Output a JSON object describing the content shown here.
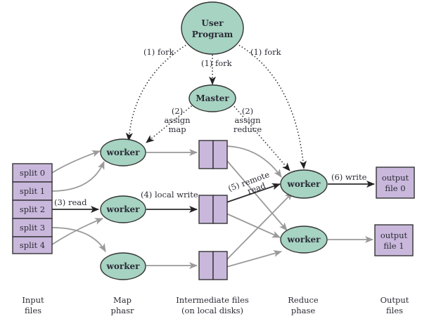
{
  "nodes": {
    "user_program": [
      "User",
      "Program"
    ],
    "master": "Master",
    "worker_label": "worker",
    "splits": [
      "split 0",
      "split 1",
      "split 2",
      "split 3",
      "split 4"
    ],
    "outputs": [
      [
        "output",
        "file 0"
      ],
      [
        "output",
        "file 1"
      ]
    ]
  },
  "edges": {
    "fork_left": "(1) fork",
    "fork_center": "(1) fork",
    "fork_right": "(1) fork",
    "assign_map": [
      "(2)",
      "assign",
      "map"
    ],
    "assign_reduce": [
      "(2)",
      "assign",
      "reduce"
    ],
    "read": "(3) read",
    "local_write": "(4) local write",
    "remote_read": [
      "(5) remote",
      "read"
    ],
    "write": "(6) write"
  },
  "phases": [
    [
      "Input",
      "files"
    ],
    [
      "Map",
      "phasr"
    ],
    [
      "Intermediate files",
      "(on local disks)"
    ],
    [
      "Reduce",
      "phase"
    ],
    [
      "Output",
      "files"
    ]
  ],
  "colors": {
    "node_fill": "#a6d3c2",
    "file_fill": "#c9b8dc",
    "gray_arrow": "#9a9a9a",
    "dark_arrow": "#2b2b2b"
  }
}
